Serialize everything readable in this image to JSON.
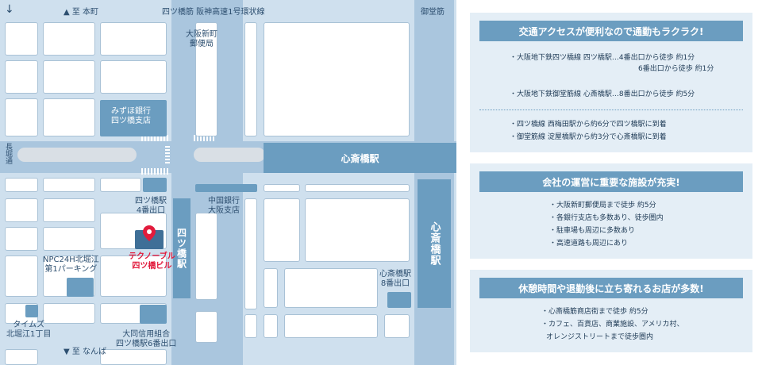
{
  "map": {
    "north_label": "▲ 至 本町",
    "south_label": "▼ 至 なんば",
    "compass": "↓",
    "top_road_label": "四ツ橋筋 阪神高速1号環状線",
    "midosuji_label": "御堂筋",
    "nagahori_label": "長堀通",
    "shinsaibashi_station_h": "心斎橋駅",
    "shinsaibashi_station_v": "心斎橋駅",
    "yotsubashi_station": "四ツ橋駅",
    "post_office": "大阪新町\n郵便局",
    "mizuho": "みずほ銀行\n四ツ橋支店",
    "yotsubashi_exit4": "四ツ橋駅\n4番出口",
    "chugoku_bank": "中国銀行\n大阪支店",
    "npc_parking": "NPC24H北堀江\n第1パーキング",
    "technoble_building": "テクノーブル\n四ツ橋ビル",
    "shinsaibashi_exit8": "心斎橋駅\n8番出口",
    "times": "タイムズ\n北堀江1丁目",
    "daido_bank": "大同信用組合\n四ツ橋駅6番出口"
  },
  "panels": [
    {
      "title": "交通アクセスが便利なので通勤もラクラク!",
      "lines": [
        "・大阪地下鉄四ツ橋線 四ツ橋駅…4番出口から徒歩 約1分",
        "6番出口から徒歩 約1分",
        "・大阪地下鉄御堂筋線 心斎橋駅…8番出口から徒歩 約5分",
        "・四ツ橋線 西梅田駅から約6分で四ツ橋駅に到着",
        "・御堂筋線 淀屋橋駅から約3分で心斎橋駅に到着"
      ]
    },
    {
      "title": "会社の運営に重要な施設が充実!",
      "lines": [
        "・大阪新町郵便局まで徒歩 約5分",
        "・各銀行支店も多数あり、徒歩圏内",
        "・駐車場も周辺に多数あり",
        "・高速道路も周辺にあり"
      ]
    },
    {
      "title": "休憩時間や退勤後に立ち寄れるお店が多数!",
      "lines": [
        "・心斎橋筋商店街まで徒歩 約5分",
        "・カフェ、百貨店、商業施設、アメリカ村、",
        "オレンジストリートまで徒歩圏内"
      ]
    }
  ],
  "colors": {
    "accent": "#6b9dc0",
    "road": "#aac6de",
    "marker": "#e21b3c"
  },
  "icons": {
    "marker": "map-pin-icon",
    "compass": "north-arrow-icon"
  }
}
